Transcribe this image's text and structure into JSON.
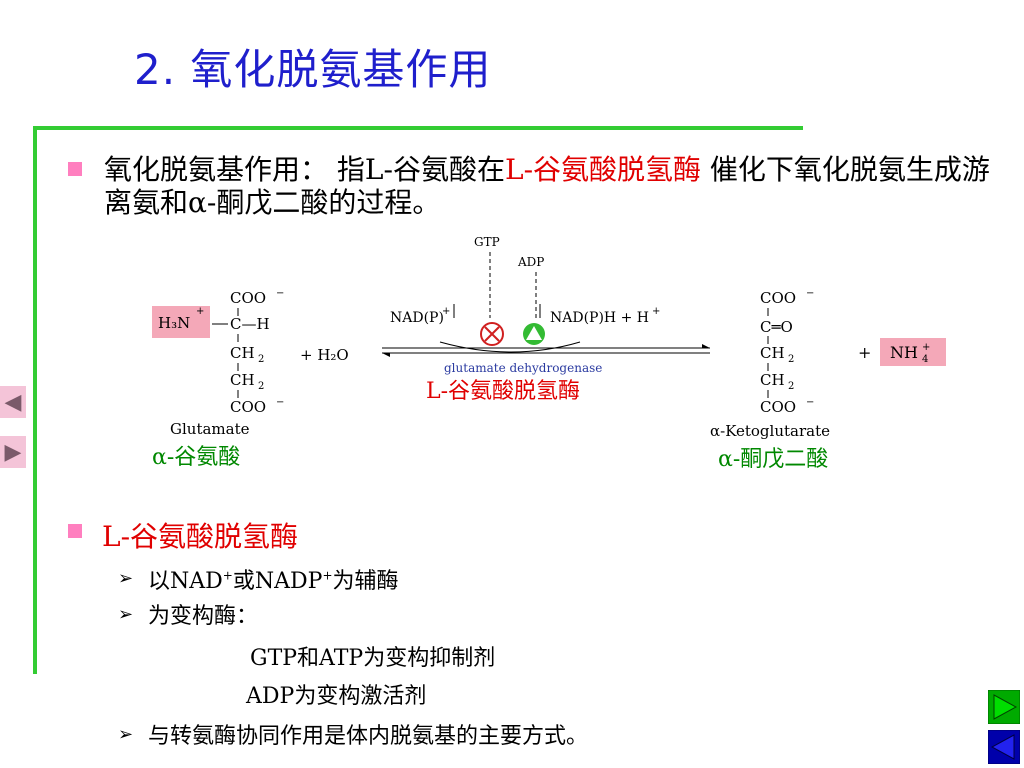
{
  "title": "2. 氧化脱氨基作用",
  "definition": {
    "prefix": "氧化脱氨基作用：  指L-谷氨酸在",
    "enzyme": "L-谷氨酸脱氢酶",
    "suffix": " 催化下氧化脱氨生成游离氨和α-酮戊二酸的过程。"
  },
  "reaction": {
    "gtp": "GTP",
    "adp": "ADP",
    "nadp": "NAD(P)",
    "nadph": "NAD(P)H + H",
    "water": "+ H₂O",
    "enzyme_en": "glutamate dehydrogenase",
    "enzyme_cn": "L-谷氨酸脱氢酶",
    "glutamate_en": "Glutamate",
    "glutamate_cn": "α-谷氨酸",
    "keto_en": "α-Ketoglutarate",
    "keto_cn": "α-酮戊二酸",
    "nh4": "NH",
    "coo": "COO",
    "ch2": "CH",
    "ch": "C—H",
    "c_eq_o": "C═O",
    "h3n": "H₃N",
    "plus": "+"
  },
  "section2": {
    "heading": "L-谷氨酸脱氢酶",
    "item1_a": "以NAD",
    "item1_b": "或NADP",
    "item1_c": "为辅酶",
    "item2": "为变构酶：",
    "item2_line1": "GTP和ATP为变构抑制剂",
    "item2_line2": "ADP为变构激活剂",
    "item3": "与转氨酶协同作用是体内脱氨基的主要方式。"
  },
  "nav": {
    "prev_arrow": "◀",
    "next_arrow": "▶"
  },
  "colors": {
    "title": "#1f1fcc",
    "accent_red": "#e00000",
    "frame_green": "#33cc33",
    "label_green": "#008800"
  }
}
